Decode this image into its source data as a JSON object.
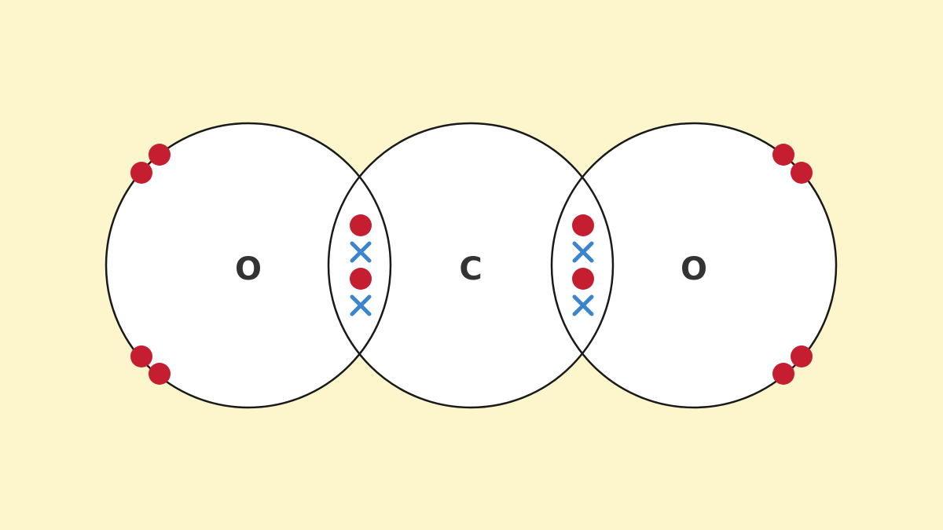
{
  "diagram": {
    "colors": {
      "background": "#fdf5cc",
      "shell_fill": "#ffffff",
      "shell_stroke": "#1a1a1a",
      "oxygen_electron": "#c41e30",
      "carbon_electron": "#3a84d0",
      "label": "#333333"
    },
    "atoms": [
      {
        "symbol": "O",
        "element": "oxygen"
      },
      {
        "symbol": "C",
        "element": "carbon"
      },
      {
        "symbol": "O",
        "element": "oxygen"
      }
    ],
    "lone_pairs": [
      {
        "atom": 0,
        "electron_count": 2
      },
      {
        "atom": 0,
        "electron_count": 2
      },
      {
        "atom": 2,
        "electron_count": 2
      },
      {
        "atom": 2,
        "electron_count": 2
      }
    ],
    "shared_regions": [
      {
        "between": [
          0,
          1
        ],
        "electrons": [
          "dot",
          "cross",
          "dot",
          "cross"
        ]
      },
      {
        "between": [
          1,
          2
        ],
        "electrons": [
          "dot",
          "cross",
          "dot",
          "cross"
        ]
      }
    ],
    "legend_glyphs": {
      "dot": "oxygen-electron",
      "cross": "carbon-electron"
    }
  }
}
